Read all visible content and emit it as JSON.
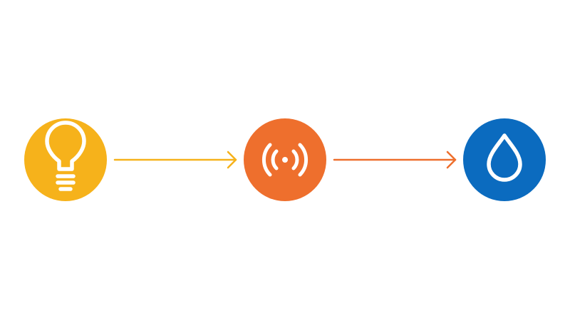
{
  "diagram": {
    "background": "#ffffff",
    "nodes": [
      {
        "id": "idea",
        "icon": "lightbulb-icon",
        "color": "#F6B21B"
      },
      {
        "id": "signal",
        "icon": "broadcast-signal-icon",
        "color": "#EE6F2D"
      },
      {
        "id": "drop",
        "icon": "water-drop-icon",
        "color": "#0B6BBF"
      }
    ],
    "edges": [
      {
        "from": "idea",
        "to": "signal",
        "color": "#F6B21B"
      },
      {
        "from": "signal",
        "to": "drop",
        "color": "#EE6F2D"
      }
    ],
    "icon_color": "#ffffff"
  }
}
